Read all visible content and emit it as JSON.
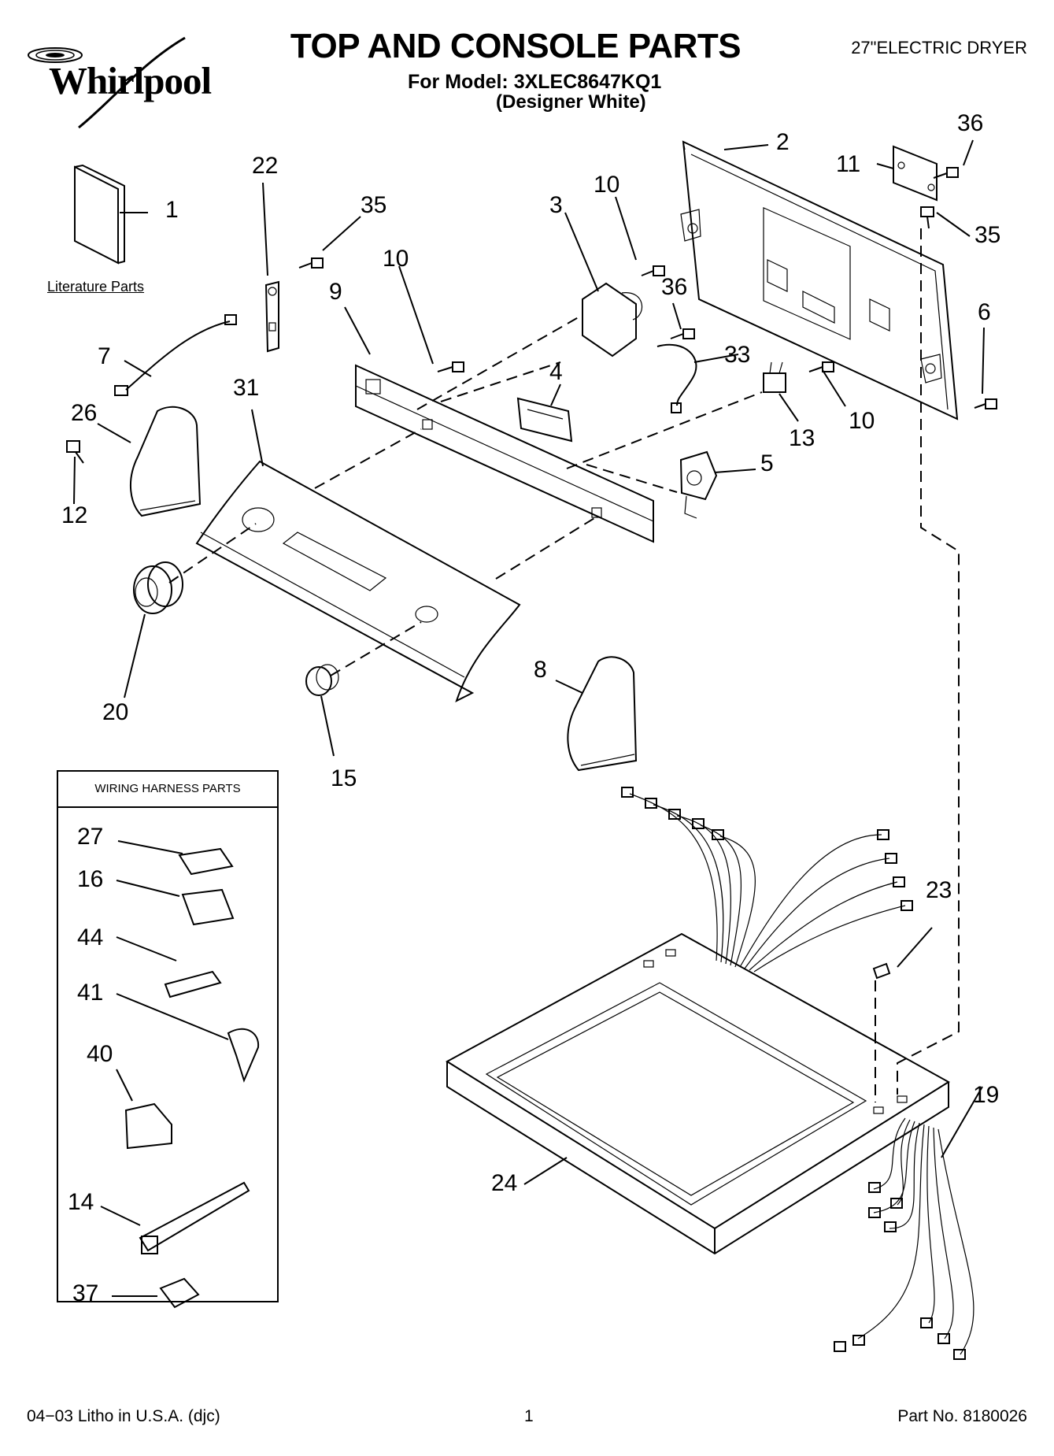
{
  "header": {
    "brand": "Whirlpool",
    "title": "TOP AND CONSOLE PARTS",
    "model_line": "For Model: 3XLEC8647KQ1",
    "finish_line": "(Designer White)",
    "product": "27\"ELECTRIC DRYER"
  },
  "literature_label": "Literature Parts",
  "harness_box_title": "WIRING HARNESS PARTS",
  "callouts": {
    "c1": "1",
    "c2": "2",
    "c3": "3",
    "c4": "4",
    "c5": "5",
    "c6": "6",
    "c7": "7",
    "c8": "8",
    "c9": "9",
    "c10a": "10",
    "c10b": "10",
    "c10c": "10",
    "c11": "11",
    "c12": "12",
    "c13": "13",
    "c14": "14",
    "c15": "15",
    "c16": "16",
    "c19": "19",
    "c20": "20",
    "c22": "22",
    "c23": "23",
    "c24": "24",
    "c26": "26",
    "c27": "27",
    "c31": "31",
    "c33": "33",
    "c35a": "35",
    "c35b": "35",
    "c36a": "36",
    "c36b": "36",
    "c37": "37",
    "c40": "40",
    "c41": "41",
    "c44": "44"
  },
  "footer": {
    "left": "04−03 Litho in U.S.A. (djc)",
    "center": "1",
    "right": "Part No. 8180026"
  }
}
